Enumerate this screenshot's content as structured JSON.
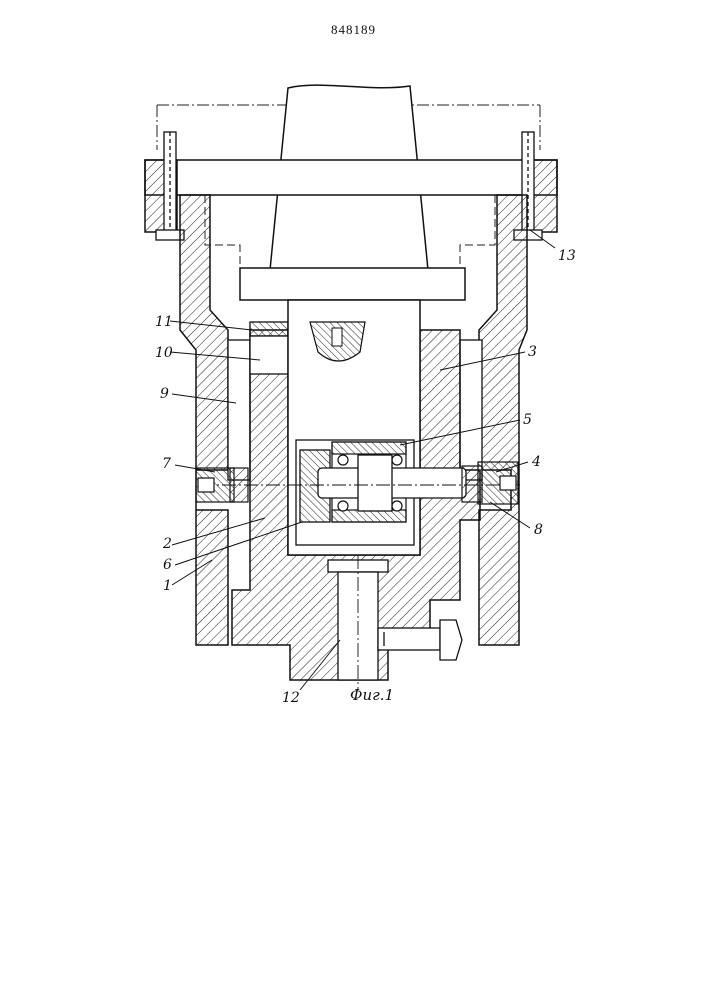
{
  "document": {
    "patent_number": "848189",
    "figure_caption": "Фиг.1"
  },
  "callouts": [
    {
      "id": "1",
      "text": "1"
    },
    {
      "id": "2",
      "text": "2"
    },
    {
      "id": "3",
      "text": "3"
    },
    {
      "id": "4",
      "text": "4"
    },
    {
      "id": "5",
      "text": "5"
    },
    {
      "id": "6",
      "text": "6"
    },
    {
      "id": "7",
      "text": "7"
    },
    {
      "id": "8",
      "text": "8"
    },
    {
      "id": "9",
      "text": "9"
    },
    {
      "id": "10",
      "text": "10"
    },
    {
      "id": "11",
      "text": "11"
    },
    {
      "id": "12",
      "text": "12"
    },
    {
      "id": "13",
      "text": "13"
    }
  ]
}
